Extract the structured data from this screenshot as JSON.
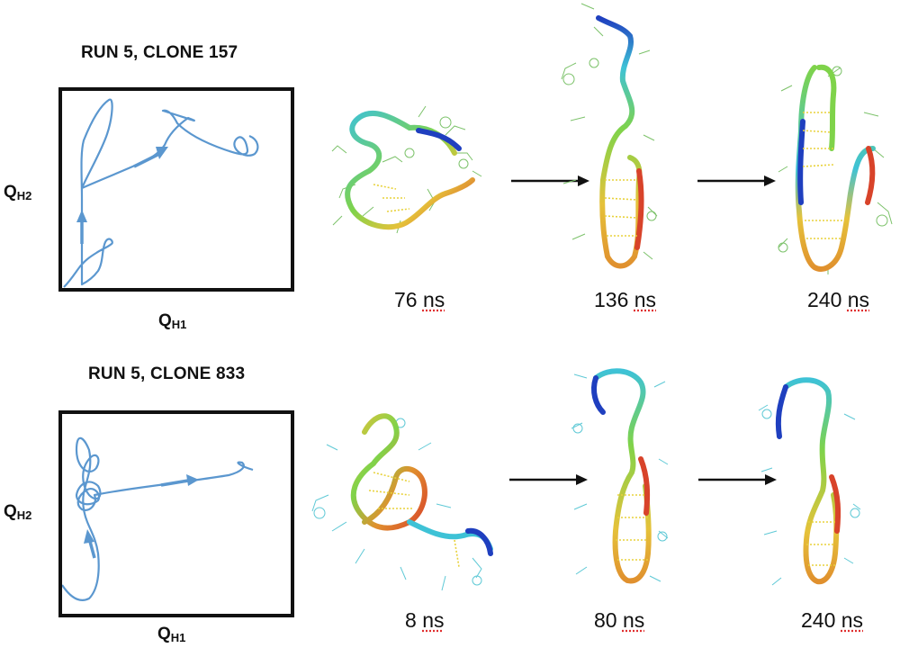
{
  "rows": [
    {
      "title": "RUN 5, CLONE 157",
      "xlabel": {
        "main": "Q",
        "sub": "H1"
      },
      "ylabel": {
        "main": "Q",
        "sub": "H2"
      },
      "snapshots": [
        {
          "value": "76",
          "unit": "ns"
        },
        {
          "value": "136",
          "unit": "ns"
        },
        {
          "value": "240",
          "unit": "ns"
        }
      ]
    },
    {
      "title": "RUN 5, CLONE 833",
      "xlabel": {
        "main": "Q",
        "sub": "H1"
      },
      "ylabel": {
        "main": "Q",
        "sub": "H2"
      },
      "snapshots": [
        {
          "value": "8",
          "unit": "ns"
        },
        {
          "value": "80",
          "unit": "ns"
        },
        {
          "value": "240",
          "unit": "ns"
        }
      ]
    }
  ],
  "colors": {
    "trajectory": "#5b97cf",
    "frame": "#111111",
    "sidechain": "#7cc26a",
    "sidechain_alt": "#5fc9d6",
    "hbond": "#e8d23c",
    "ribbon_gradient": [
      "#1f3fbf",
      "#3ec2d6",
      "#7fd34a",
      "#e5c23a",
      "#e0902e",
      "#d8432a"
    ]
  }
}
